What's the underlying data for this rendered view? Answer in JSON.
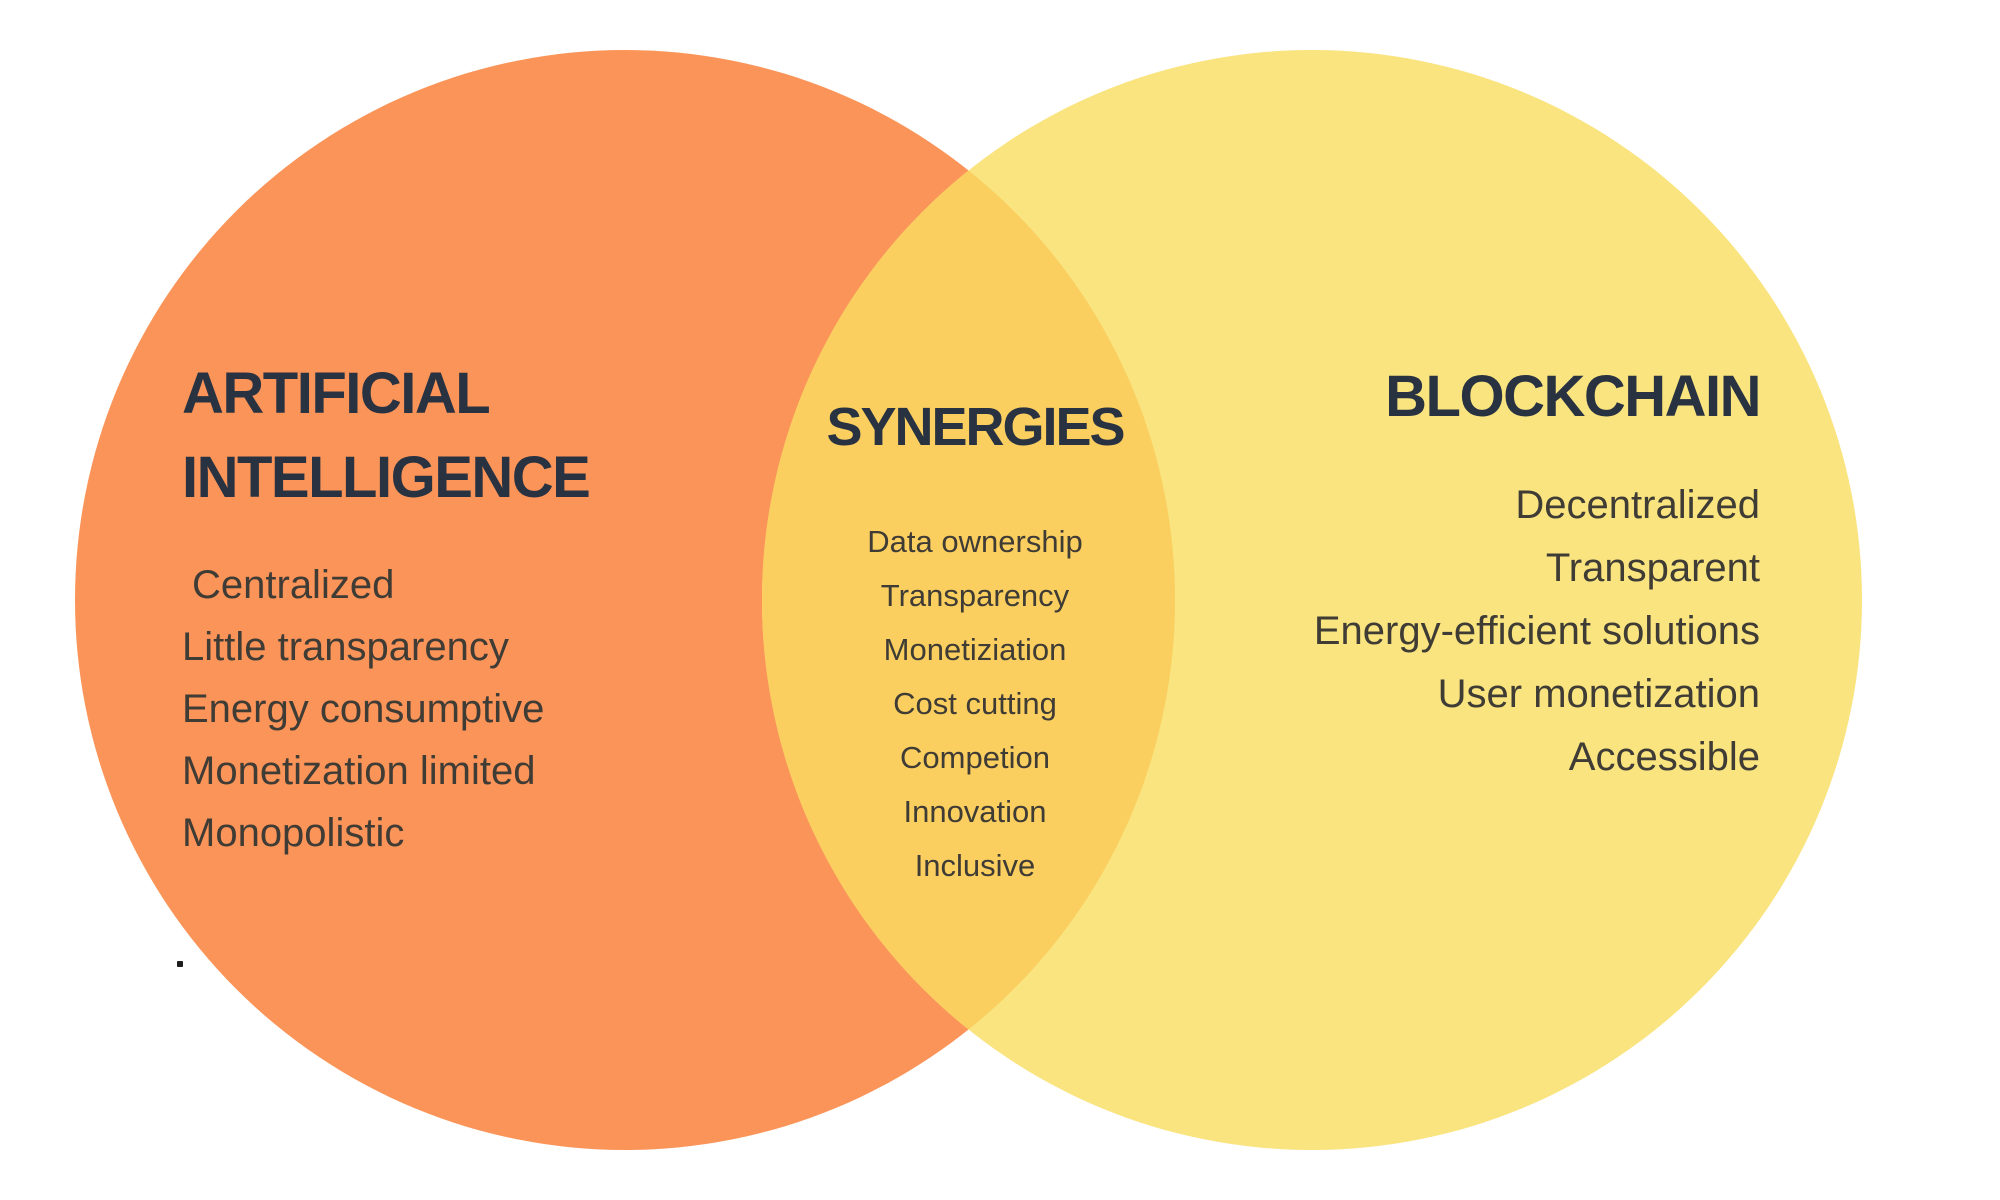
{
  "diagram": {
    "type": "venn",
    "left_circle": {
      "title_lines": [
        "ARTIFICIAL",
        "INTELLIGENCE"
      ],
      "items": [
        "Centralized",
        "Little transparency",
        "Energy consumptive",
        "Monetization limited",
        "Monopolistic"
      ],
      "fill_color": "#FB9459"
    },
    "overlap": {
      "title": "SYNERGIES",
      "items": [
        "Data ownership",
        "Transparency",
        "Monetiziation",
        "Cost cutting",
        "Competion",
        "Innovation",
        "Inclusive"
      ],
      "fill_color": "#FACF60"
    },
    "right_circle": {
      "title": "BLOCKCHAIN",
      "items": [
        "Decentralized",
        "Transparent",
        "Energy-efficient solutions",
        "User monetization",
        "Accessible"
      ],
      "fill_color": "#F9E47F"
    },
    "colors": {
      "background": "#FFFFFF",
      "heading_text": "#293241",
      "body_text": "#3F3B35"
    }
  }
}
